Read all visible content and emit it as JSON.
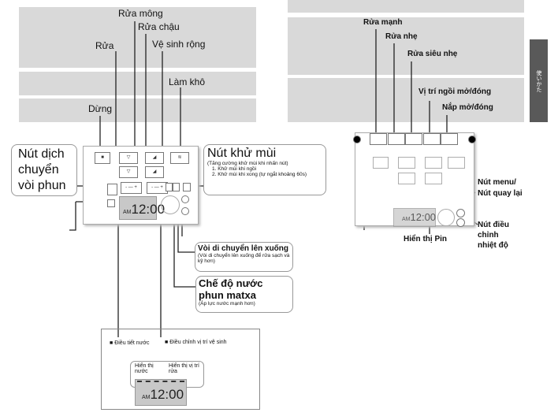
{
  "left_diagram": {
    "labels": {
      "rua_mong": "Rửa mông",
      "rua_chau": "Rửa chậu",
      "rua": "Rửa",
      "ve_sinh_rong": "Vệ sinh rộng",
      "lam_kho": "Làm khô",
      "dung": "Dừng"
    },
    "nozzle_callout": "Nút dịch chuyển vòi phun",
    "deodorize_callout": {
      "title": "Nút khử mùi",
      "subtitle": "(Tăng cường khử mùi khi nhấn nút)",
      "items": [
        "1. Khử mùi khi ngồi",
        "2. Khử mùi khi xong (tự ngắt khoảng 60s)"
      ]
    },
    "oscillate_callout": {
      "title": "Vòi di chuyển lên xuống",
      "subtitle": "(Vòi di chuyển lên xuống để rửa sạch và kỹ hơn)"
    },
    "massage_callout": {
      "title": "Chế độ nước phun matxa",
      "subtitle": "(Áp lực nước mạnh hơn)"
    },
    "panel_clock": "12:00",
    "panel_am": "AM",
    "detail_box": {
      "water_adjust": "Điều tiết nước",
      "position_adjust": "Điều chỉnh vị trí vệ sinh",
      "water_display": "Hiển thị nước",
      "position_display": "Hiển thị vị trí rửa",
      "clock": "12:00",
      "am": "AM"
    }
  },
  "right_diagram": {
    "labels": {
      "rua_manh": "Rửa mạnh",
      "rua_nhe": "Rửa nhẹ",
      "rua_sieu_nhe": "Rửa siêu nhẹ",
      "vi_tri_ngoi": "Vị trí ngồi mở/đóng",
      "nap": "Nắp mở/đóng"
    },
    "menu_callout": "Nút menu/ Nút quay lại",
    "temp_callout": "Nút điều chỉnh nhiệt độ",
    "battery_callout": "Hiển thị Pin",
    "panel_clock": "12:00",
    "panel_am": "AM"
  },
  "side_tab": "使いかた",
  "colors": {
    "band": "#d9d9d9",
    "tab": "#595959",
    "lcd": "#c8c8c8"
  }
}
